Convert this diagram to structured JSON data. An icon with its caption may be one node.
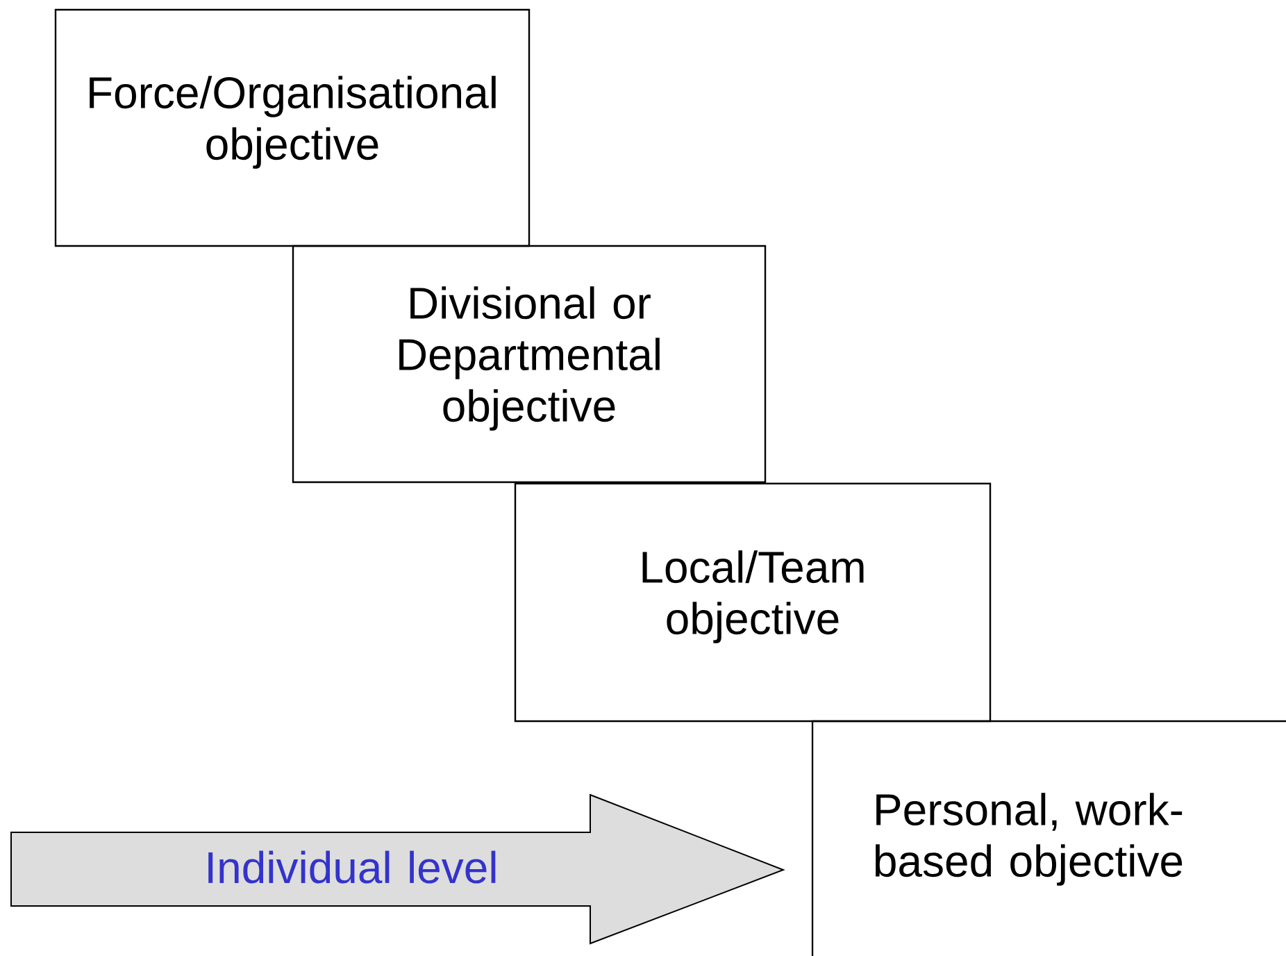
{
  "diagram": {
    "nodes": [
      {
        "text": [
          "Force/Organisational objective"
        ]
      },
      {
        "text": [
          "Divisional or Departmental objective"
        ]
      },
      {
        "text": [
          "Local/Team objective"
        ]
      },
      {
        "text": [
          "Personal, work-based objective"
        ]
      },
      {
        "text": [
          "Individual level"
        ]
      }
    ]
  }
}
